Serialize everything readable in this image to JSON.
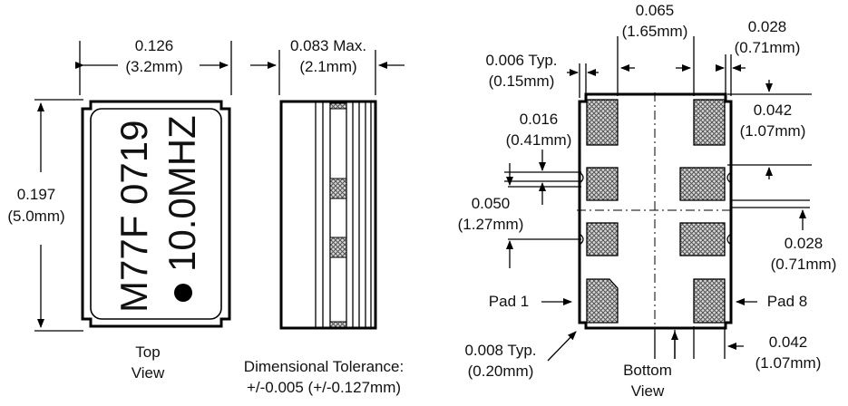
{
  "top_view": {
    "width_in": "0.126",
    "width_mm": "(3.2mm)",
    "height_in": "0.197",
    "height_mm": "(5.0mm)",
    "marking_line1": "M77F 0719",
    "marking_line2": "10.0MHZ",
    "caption_line1": "Top",
    "caption_line2": "View"
  },
  "side_view": {
    "thickness_in": "0.083 Max.",
    "thickness_mm": "(2.1mm)"
  },
  "tolerance": {
    "line1": "Dimensional Tolerance:",
    "line2": "+/-0.005 (+/-0.127mm)"
  },
  "bottom_view": {
    "pad_span_in": "0.065",
    "pad_span_mm": "(1.65mm)",
    "corner_in": "0.028",
    "corner_mm": "(0.71mm)",
    "typ_in": "0.006 Typ.",
    "typ_mm": "(0.15mm)",
    "pad_height_in": "0.042",
    "pad_height_mm": "(1.07mm)",
    "gap_in": "0.016",
    "gap_mm": "(0.41mm)",
    "pitch_in": "0.050",
    "pitch_mm": "(1.27mm)",
    "right_in": "0.028",
    "right_mm": "(0.71mm)",
    "pad1_label": "Pad 1",
    "pad8_label": "Pad 8",
    "chamfer_in": "0.008 Typ.",
    "chamfer_mm": "(0.20mm)",
    "pad_width_in": "0.042",
    "pad_width_mm": "(1.07mm)",
    "caption_line1": "Bottom",
    "caption_line2": "View"
  },
  "colors": {
    "line": "#000000",
    "hatch": "#8a8a8a"
  }
}
